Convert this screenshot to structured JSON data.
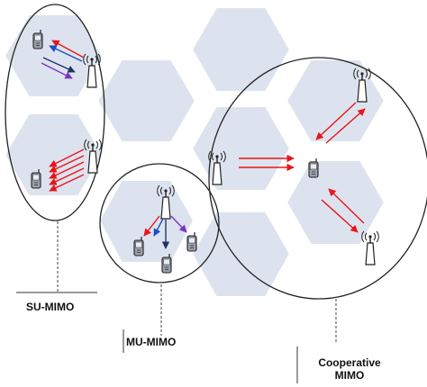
{
  "labels": {
    "su": "SU-MIMO",
    "mu": "MU-MIMO",
    "coop_line1": "Cooperative",
    "coop_line2": "MIMO"
  },
  "colors": {
    "hex_fill": "#dde3ee",
    "hex_stroke": "#ffffff",
    "outline": "#222222",
    "arrow_red": "#e8161b",
    "arrow_blue": "#1c4fc4",
    "arrow_purple": "#7a35c2",
    "arrow_navy": "#1f3568",
    "device": "#8a8f9c"
  },
  "icons": [
    "base-station-icon",
    "mobile-phone-icon"
  ]
}
